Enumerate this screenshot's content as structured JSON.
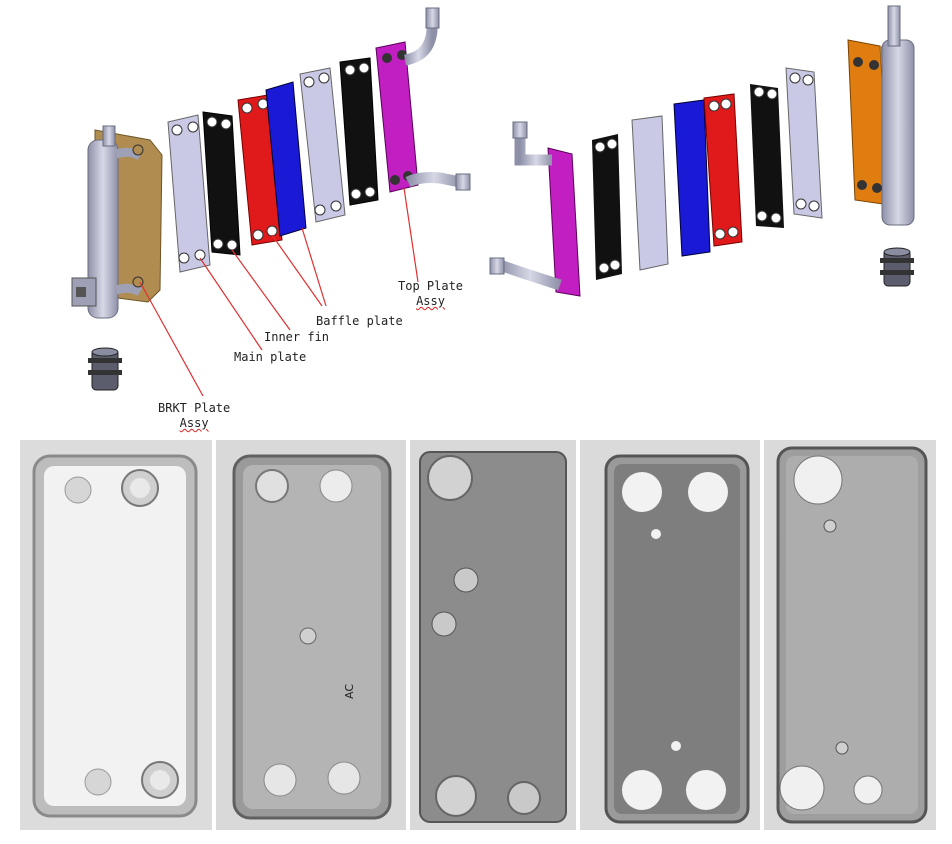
{
  "labels": {
    "brkt_plate": "BRKT Plate",
    "brkt_assy": "Assy",
    "main_plate": "Main plate",
    "inner_fin": "Inner fin",
    "baffle_plate": "Baffle plate",
    "top_plate": "Top Plate",
    "top_assy": "Assy",
    "photo_marking": "AC"
  },
  "colors": {
    "brkt_plate": "#b08c50",
    "main_plate": "#c9c9e6",
    "inner_fin": "#111111",
    "baffle_red": "#e01a1a",
    "baffle_blue": "#1a1ad6",
    "top_plate": "#c21fc2",
    "port_tube": "#b9bbd0",
    "leader_line": "#e03030",
    "top_plate_right": "#e07d10"
  },
  "photos": [
    "photo-plate-1",
    "photo-plate-2",
    "photo-plate-3",
    "photo-plate-4",
    "photo-plate-5"
  ]
}
